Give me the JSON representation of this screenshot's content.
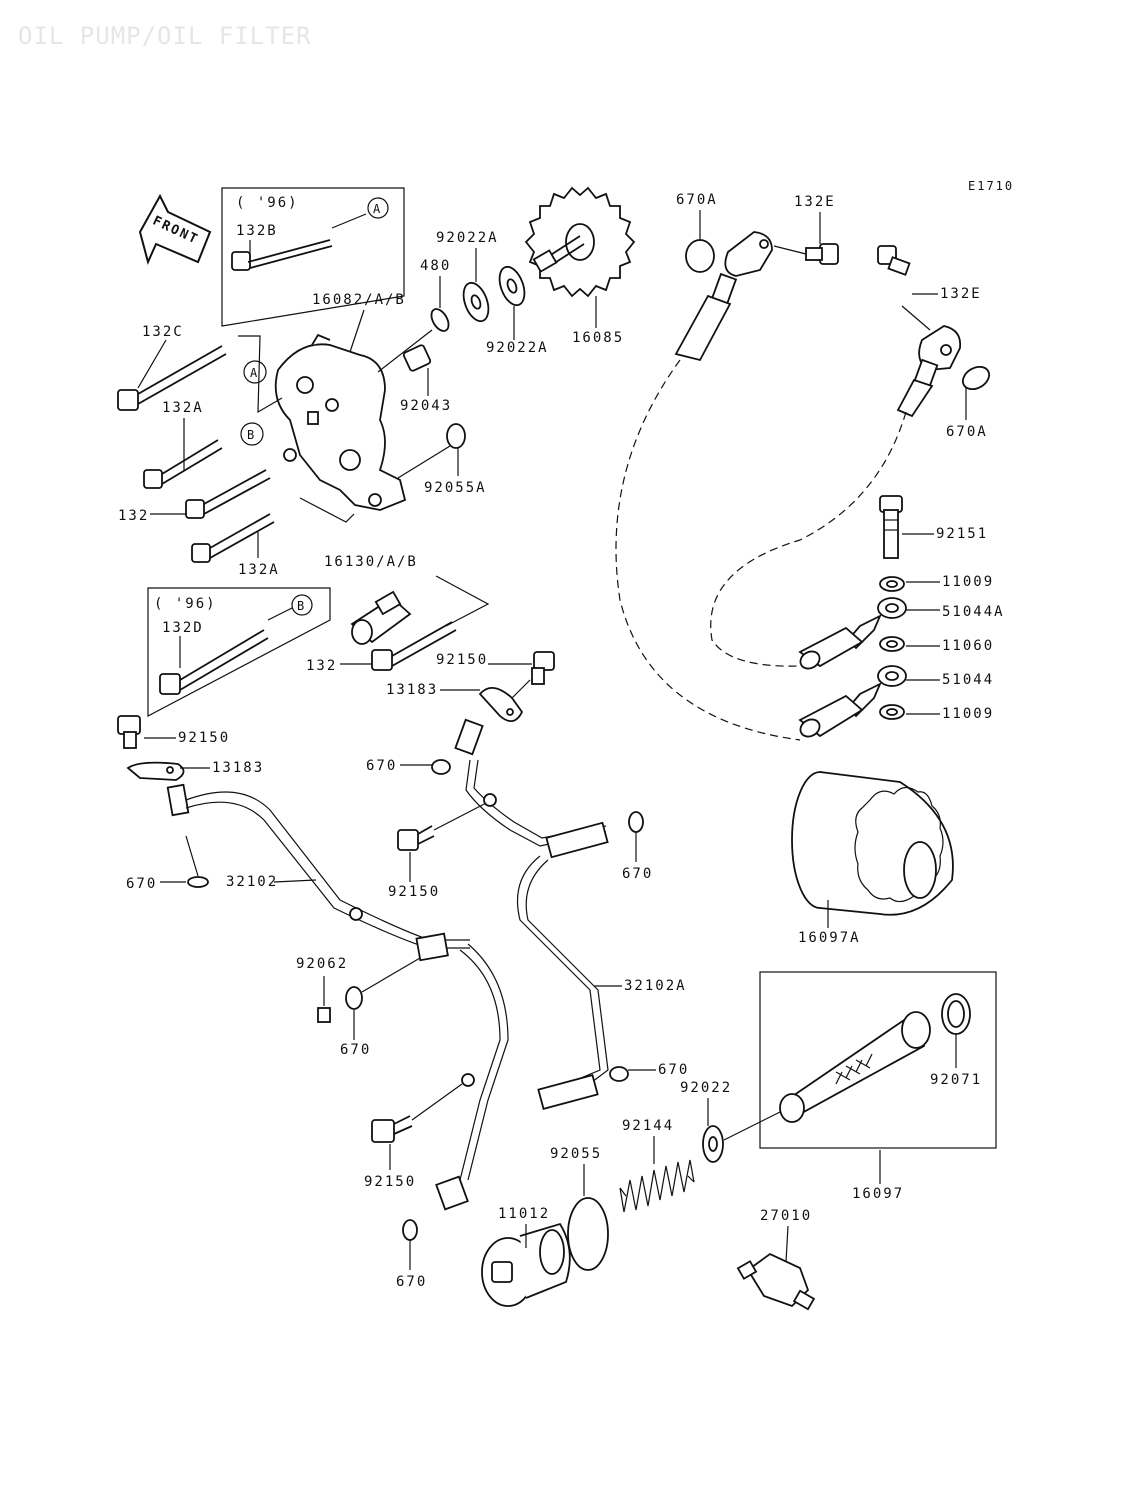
{
  "title": "OIL PUMP/OIL FILTER",
  "diagram_code": "E1710",
  "front_label": "FRONT",
  "callouts": {
    "a": "A",
    "b": "B",
    "year_96_a": "( '96)",
    "year_96_b": "( '96)"
  },
  "part_labels": {
    "p132B": "132B",
    "p92022A_top": "92022A",
    "p480": "480",
    "p16082": "16082/A/B",
    "p92022A_bottom": "92022A",
    "p16085": "16085",
    "p132C": "132C",
    "p92043": "92043",
    "p132A_upper": "132A",
    "p92055A": "92055A",
    "p132_left": "132",
    "p132A_lower": "132A",
    "p16130": "16130/A/B",
    "p132D": "132D",
    "p132_mid": "132",
    "p92150_mid": "92150",
    "p13183_mid": "13183",
    "p92150_left": "92150",
    "p13183_left": "13183",
    "p670_mid": "670",
    "p670_left": "670",
    "p32102": "32102",
    "p92150_lower": "92150",
    "p670_right": "670",
    "p92062": "92062",
    "p670_lower": "670",
    "p32102A": "32102A",
    "p670_pipe": "670",
    "p92022": "92022",
    "p92144": "92144",
    "p92055": "92055",
    "p11012": "11012",
    "p92150_bottom": "92150",
    "p670_bottom": "670",
    "p670A_top": "670A",
    "p132E_top": "132E",
    "p132E_right": "132E",
    "p670A_right": "670A",
    "p92151": "92151",
    "p11009_top": "11009",
    "p51044A": "51044A",
    "p11060": "11060",
    "p51044": "51044",
    "p11009_bottom": "11009",
    "p16097A": "16097A",
    "p92071": "92071",
    "p16097": "16097",
    "p27010": "27010"
  }
}
